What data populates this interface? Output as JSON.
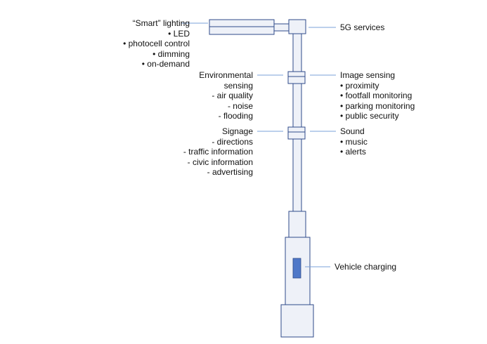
{
  "colors": {
    "pole_fill": "#eef1f8",
    "pole_stroke": "#2f4a8a",
    "connector": "#7aa0d8",
    "charger": "#4f78c8"
  },
  "labels": {
    "smart_lighting": [
      "“Smart” lighting",
      "•  LED",
      "•   photocell control",
      "•   dimming",
      "•   on-demand"
    ],
    "fiveg": [
      "5G services"
    ],
    "environmental": [
      "Environmental",
      "sensing",
      "-   air quality",
      "-   noise",
      "-   flooding"
    ],
    "image_sensing": [
      "Image sensing",
      "•   proximity",
      "•   footfall monitoring",
      "•   parking monitoring",
      "•   public security"
    ],
    "signage": [
      "Signage",
      "-   directions",
      "-   traffic information",
      "-   civic information",
      "-   advertising"
    ],
    "sound": [
      "Sound",
      "•   music",
      "•   alerts"
    ],
    "vehicle_charging": [
      "Vehicle charging"
    ]
  }
}
